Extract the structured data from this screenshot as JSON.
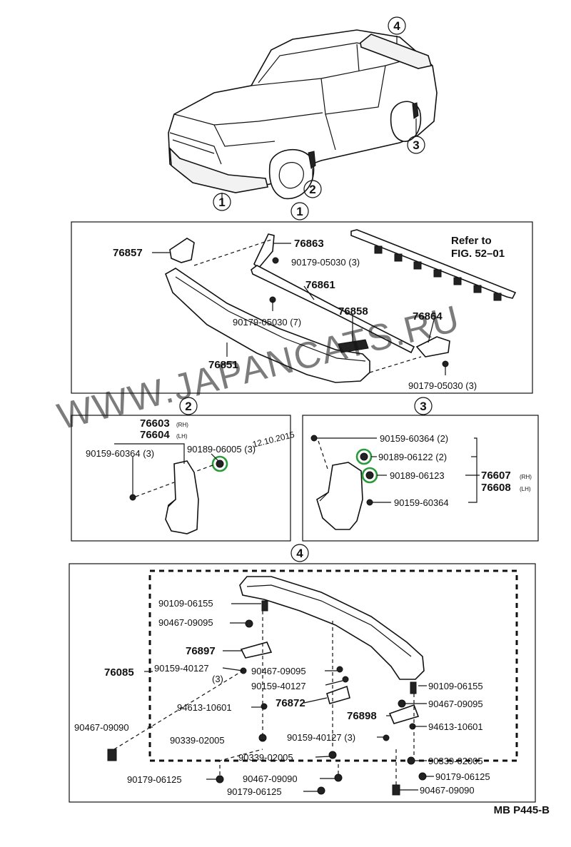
{
  "diagram_code": "MB P445-B",
  "watermark": "WWW.JAPANCATS.RU",
  "date_stamp": "12.10.2015",
  "callouts": {
    "c1": "1",
    "c2": "2",
    "c3": "3",
    "c4": "4"
  },
  "section1": {
    "reference_line1": "Refer to",
    "reference_line2": "FIG. 52–01",
    "labels": {
      "p76857": "76857",
      "p76863": "76863",
      "b_90179_05030_3_top": "90179-05030 (3)",
      "p76861": "76861",
      "b_90179_05030_7": "90179-05030 (7)",
      "p76858": "76858",
      "p76864": "76864",
      "p76851": "76851",
      "b_90179_05030_3_bottom": "90179-05030 (3)"
    }
  },
  "section2": {
    "labels": {
      "p76603": "76603",
      "p76603_side": "(RH)",
      "p76604": "76604",
      "p76604_side": "(LH)",
      "b_90159_60364_3": "90159-60364 (3)",
      "c_90189_06005_3": "90189-06005 (3)"
    }
  },
  "section3": {
    "labels": {
      "b_90159_60364_2": "90159-60364 (2)",
      "c_90189_06122_2": "90189-06122 (2)",
      "c_90189_06123": "90189-06123",
      "p76607": "76607",
      "p76607_side": "(RH)",
      "p76608": "76608",
      "p76608_side": "(LH)",
      "b_90159_60364": "90159-60364"
    }
  },
  "section4": {
    "labels": {
      "l90109_06155_a": "90109-06155",
      "l90467_09095_a": "90467-09095",
      "p76897": "76897",
      "p76085": "76085",
      "l90159_40127_a": "90159-40127",
      "l90159_40127_a_qty": "(3)",
      "l90467_09095_b": "90467-09095",
      "l90159_40127_b": "90159-40127",
      "p76872": "76872",
      "l94613_10601_a": "94613-10601",
      "l90467_09090_a": "90467-09090",
      "l90339_02005_a": "90339-02005",
      "l90339_02005_b": "90339-02005",
      "l90179_06125_a": "90179-06125",
      "l90467_09090_b": "90467-09090",
      "l90179_06125_b": "90179-06125",
      "l90159_40127_c": "90159-40127 (3)",
      "p76898": "76898",
      "l90109_06155_b": "90109-06155",
      "l90467_09095_c": "90467-09095",
      "l94613_10601_b": "94613-10601",
      "l90339_02005_c": "90339-02005",
      "l90179_06125_c": "90179-06125",
      "l90467_09090_c": "90467-09090"
    }
  },
  "colors": {
    "line": "#111111",
    "highlight_circle": "#2a9a3a",
    "watermark": "#9a9a9a"
  }
}
